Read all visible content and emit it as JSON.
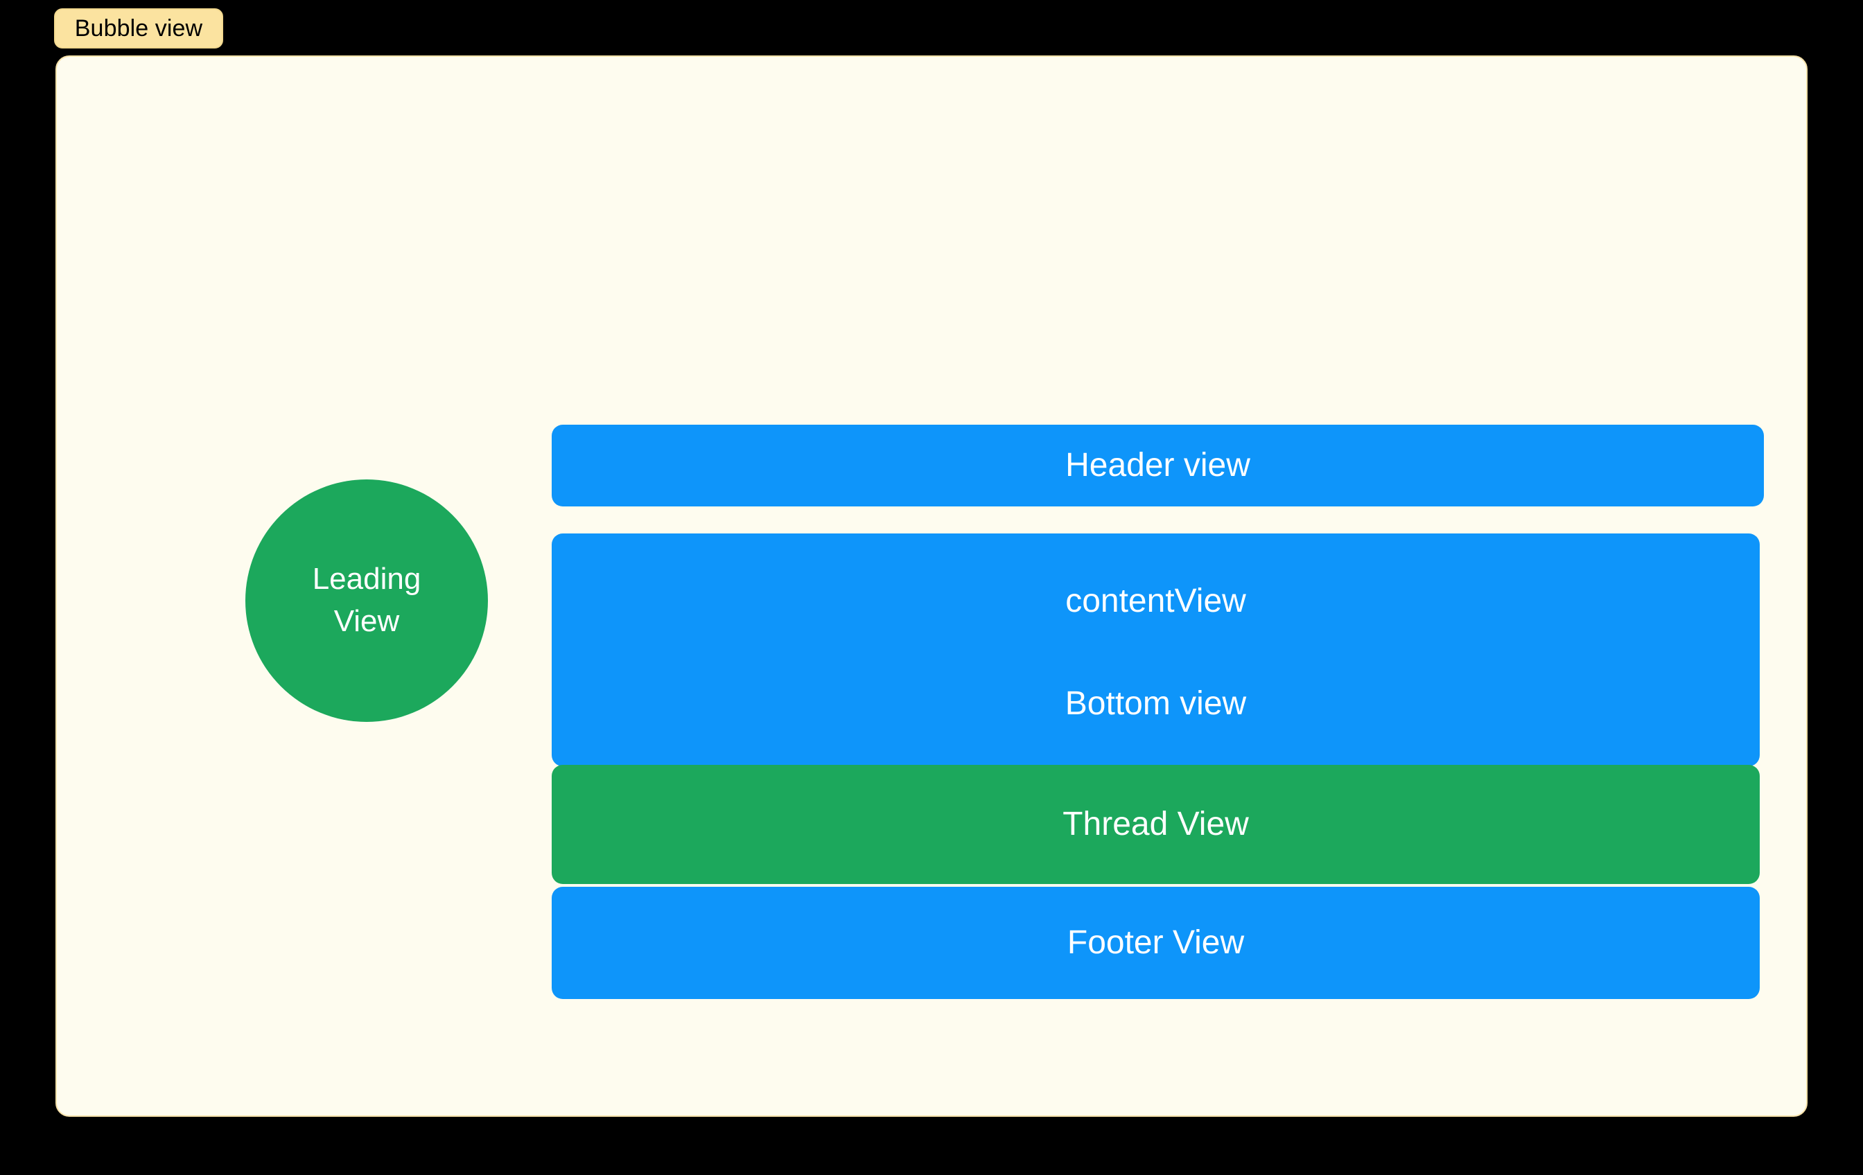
{
  "diagram": {
    "title_label": "Bubble view",
    "background_color": "#000000",
    "card": {
      "fill_color": "#FEFCEF",
      "border_color": "#F7E2AA"
    },
    "label_pill": {
      "fill_color": "#FBE3A0",
      "text_color": "#000000"
    },
    "palette": {
      "blue": "#0E95FA",
      "green": "#1CA85C",
      "text_on_fill": "#FFFFFF"
    },
    "leading_view": {
      "line1": "Leading",
      "line2": "View",
      "shape": "circle",
      "color": "#1CA85C"
    },
    "bars": [
      {
        "name": "header",
        "label": "Header view",
        "color": "#0E95FA"
      },
      {
        "name": "content",
        "label": "contentView",
        "secondary_label": "Bottom view",
        "color": "#0E95FA"
      },
      {
        "name": "thread",
        "label": "Thread View",
        "color": "#1CA85C"
      },
      {
        "name": "footer",
        "label": "Footer View",
        "color": "#0E95FA"
      }
    ]
  }
}
